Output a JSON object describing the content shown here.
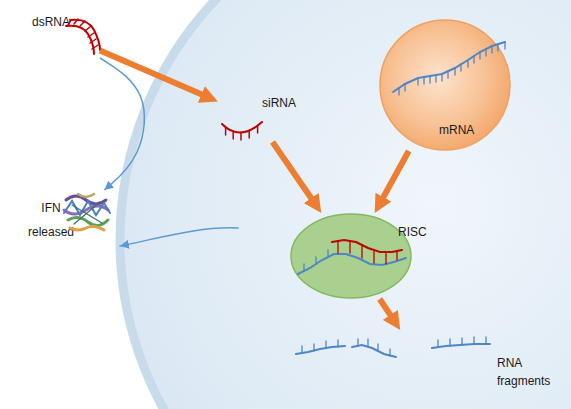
{
  "diagram": {
    "nodes": [
      {
        "text": [
          "dsRNA"
        ]
      },
      {
        "text": [
          "siRNA"
        ]
      },
      {
        "text": [
          "mRNA"
        ]
      },
      {
        "text": [
          "IFN released"
        ]
      },
      {
        "text": [
          "RISC"
        ]
      },
      {
        "text": [
          "RNA fragments"
        ]
      }
    ],
    "edges": [
      {
        "from": 0,
        "to": 1,
        "arrow": "to"
      },
      {
        "from": 0,
        "to": 3,
        "arrow": "to"
      },
      {
        "from": 1,
        "to": 4,
        "arrow": "to"
      },
      {
        "from": 2,
        "to": 4,
        "arrow": "to"
      },
      {
        "from": 4,
        "to": 5,
        "arrow": "to"
      }
    ]
  }
}
